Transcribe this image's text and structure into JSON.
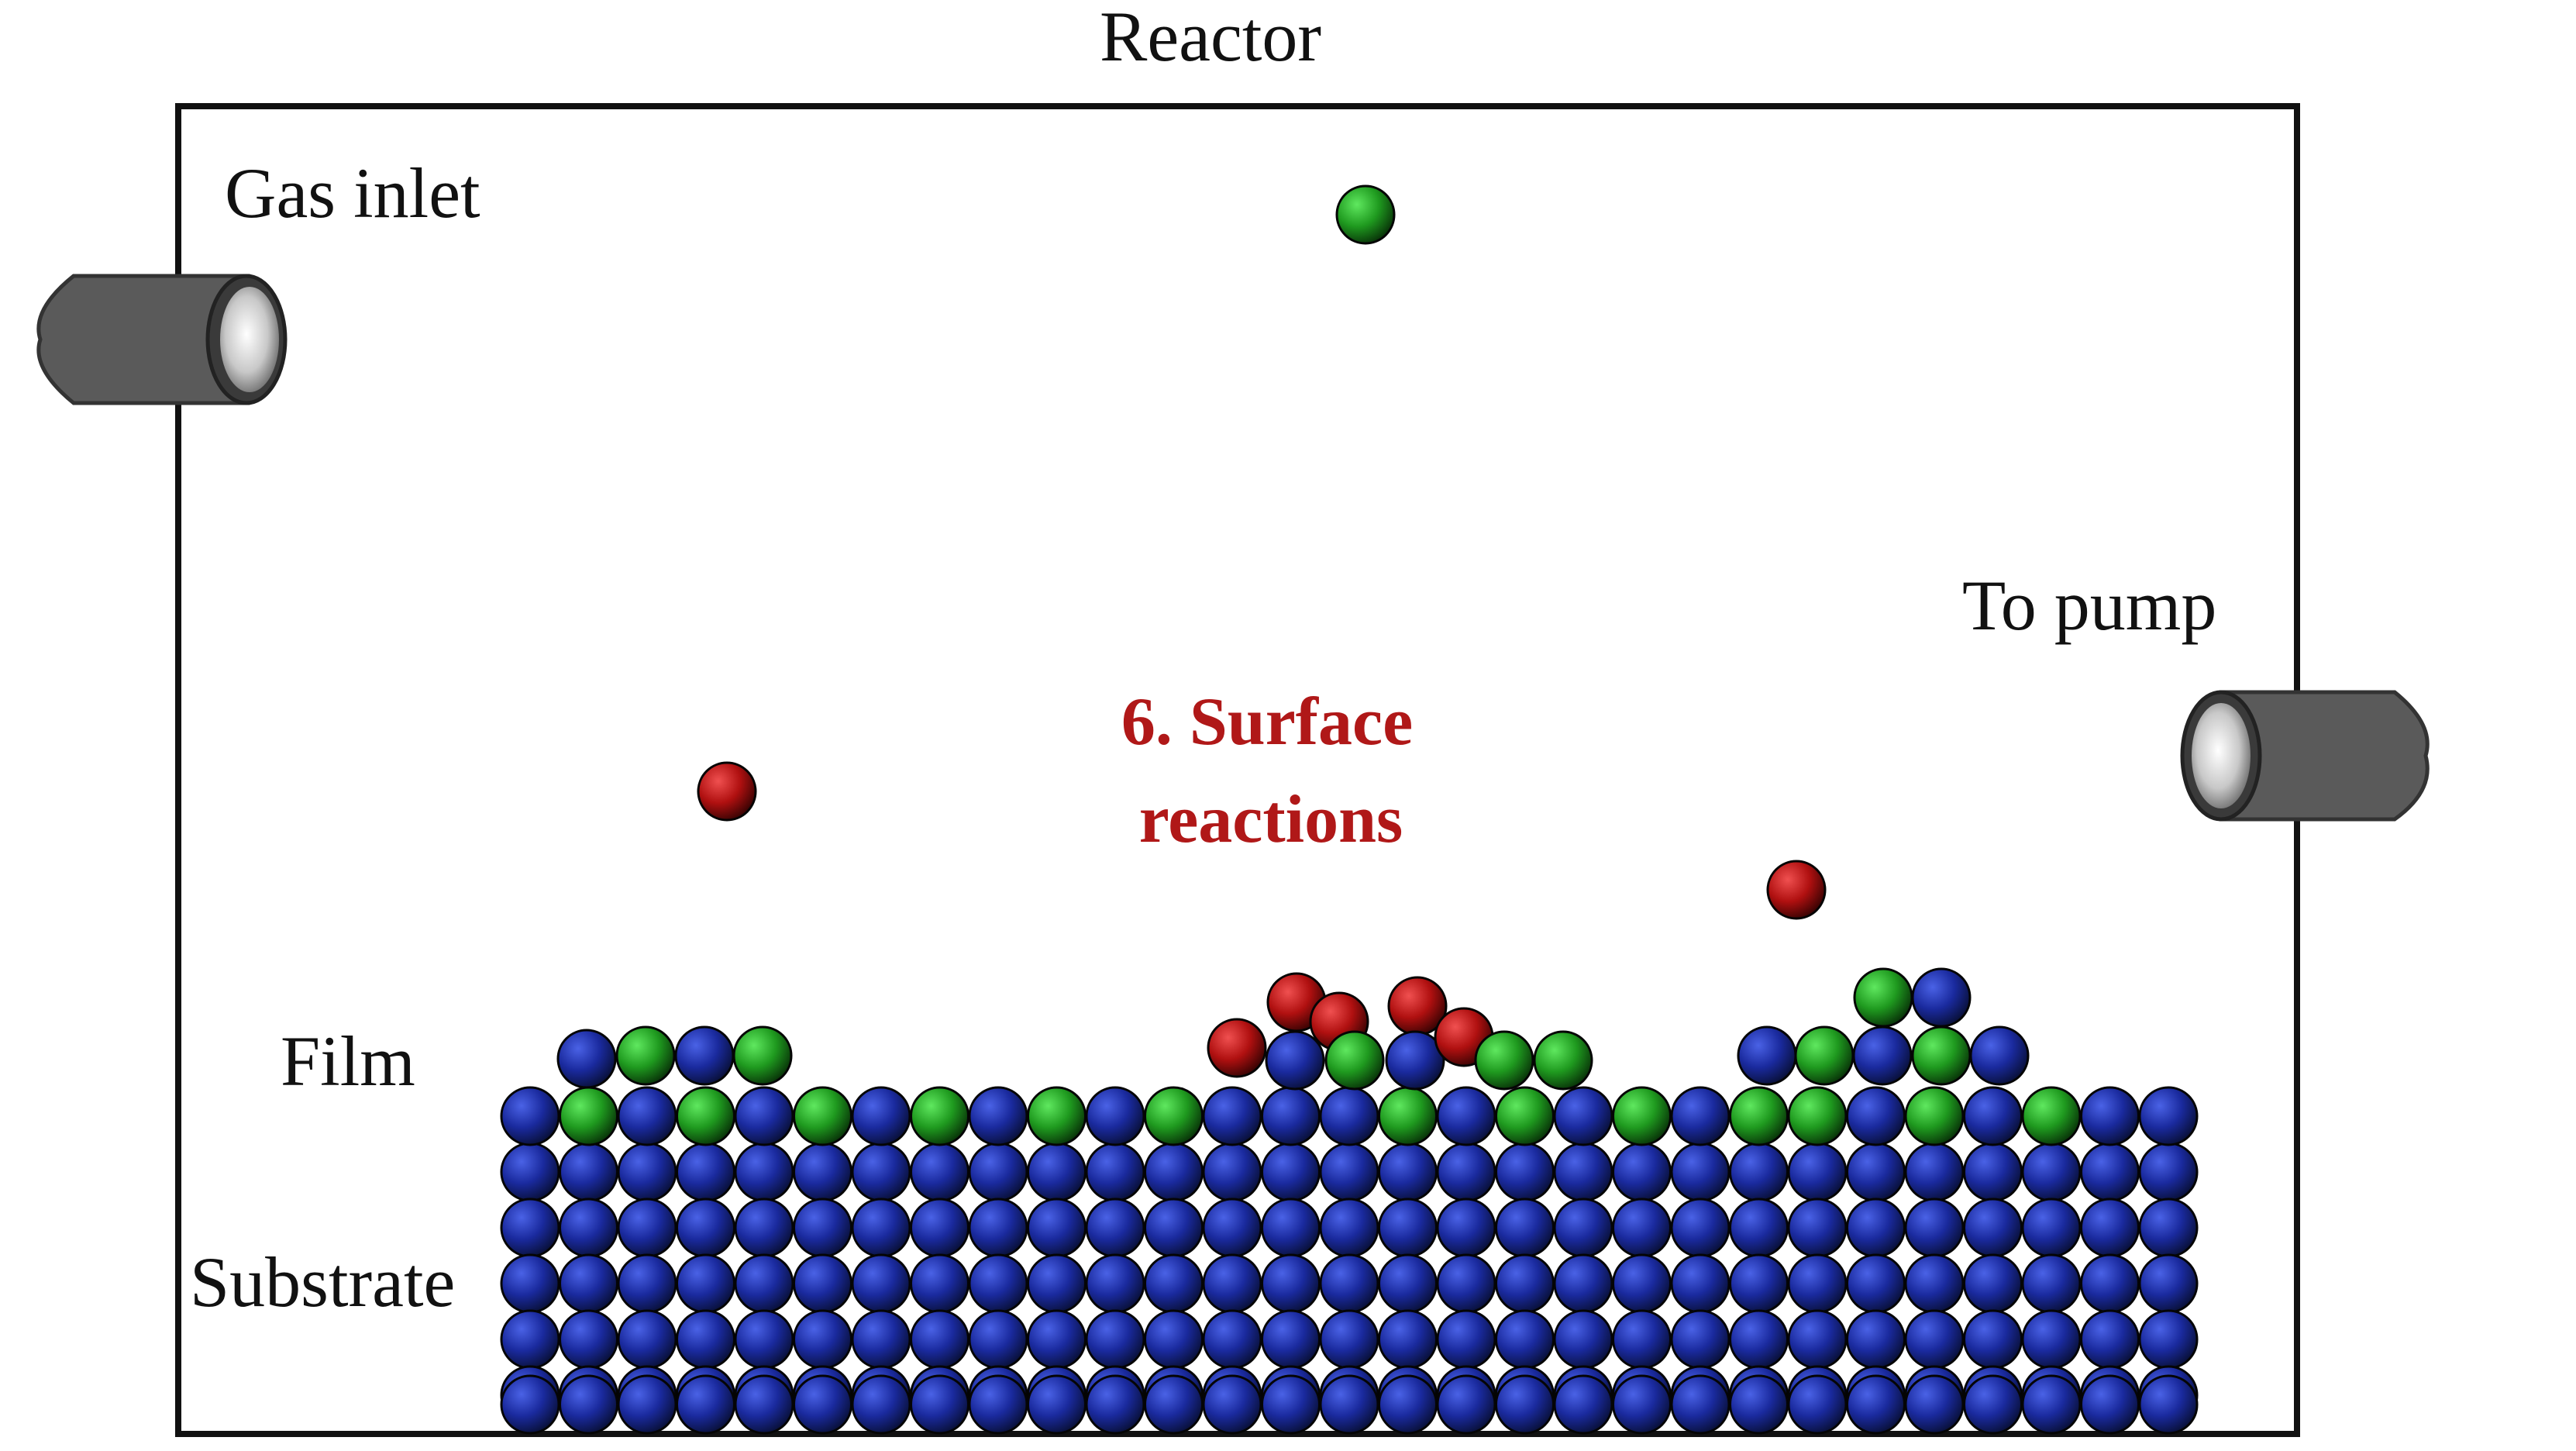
{
  "labels": {
    "reactor": "Reactor",
    "gas_inlet": "Gas inlet",
    "to_pump": "To pump",
    "film": "Film",
    "substrate": "Substrate",
    "step_line1": "6. Surface",
    "step_line2": "reactions"
  },
  "colors": {
    "background": "#ffffff",
    "chamber_border": "#111111",
    "step_text": "#b01818",
    "atom_blue": "#1a2a9e",
    "atom_green": "#1f9a1f",
    "atom_red": "#b01010",
    "pipe": "#5a5a5a"
  },
  "atom_types": [
    "blue",
    "green",
    "red"
  ]
}
